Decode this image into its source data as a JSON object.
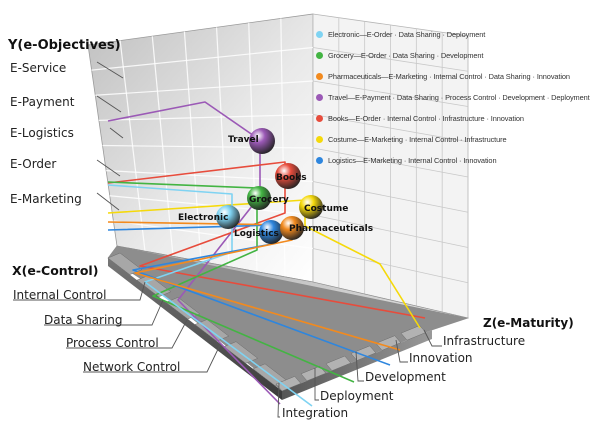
{
  "axes": {
    "y_title": "Y(e-Objectives)",
    "y_labels": [
      "E-Service",
      "E-Payment",
      "E-Logistics",
      "E-Order",
      "E-Marketing"
    ],
    "x_title": "X(e-Control)",
    "x_labels": [
      "Internal Control",
      "Data Sharing",
      "Process Control",
      "Network Control"
    ],
    "z_title": "Z(e-Maturity)",
    "z_labels": [
      "Infrastructure",
      "Innovation",
      "Development",
      "Deployment",
      "Integration"
    ]
  },
  "legend": [
    {
      "text": "Electronic—E-Order · Data Sharing · Deployment",
      "color": "#7fd3f2"
    },
    {
      "text": "Grocery—E-Order · Data Sharing · Development",
      "color": "#43b443"
    },
    {
      "text": "Pharmaceuticals—E-Marketing · Internal Control · Data Sharing · Innovation",
      "color": "#f28a1e"
    },
    {
      "text": "Travel—E-Payment · Data Sharing · Process Control · Development · Deployment",
      "color": "#9b59b6"
    },
    {
      "text": "Books—E-Order · Internal Control · Infrastructure · Innovation",
      "color": "#e74c3c"
    },
    {
      "text": "Costume—E-Marketing · Internal Control · Infrastructure",
      "color": "#f5d90a"
    },
    {
      "text": "Logistics—E-Marketing · Internal Control · Innovation",
      "color": "#2e86de"
    }
  ],
  "spheres": [
    {
      "label": "Travel",
      "color": "#9b59b6"
    },
    {
      "label": "Books",
      "color": "#e74c3c"
    },
    {
      "label": "Grocery",
      "color": "#43b443"
    },
    {
      "label": "Costume",
      "color": "#f5d90a"
    },
    {
      "label": "Electronic",
      "color": "#7fd3f2"
    },
    {
      "label": "Logistics",
      "color": "#2e86de"
    },
    {
      "label": "Pharmaceuticals",
      "color": "#f28a1e"
    }
  ]
}
